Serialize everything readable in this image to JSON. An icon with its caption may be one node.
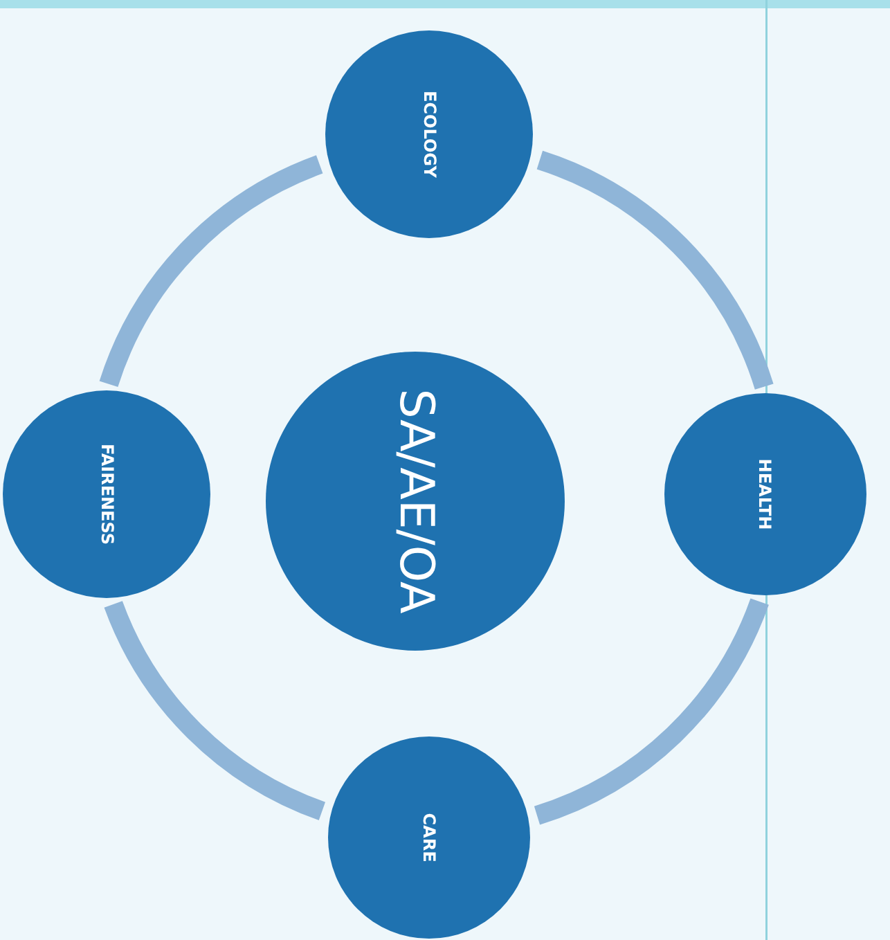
{
  "diagram": {
    "nodes": [
      {
        "text": [
          "SA/AE/OA"
        ]
      },
      {
        "text": [
          "ECOLOGY"
        ]
      },
      {
        "text": [
          "HEALTH"
        ]
      },
      {
        "text": [
          "CARE"
        ]
      },
      {
        "text": [
          "FAIRENESS"
        ]
      }
    ],
    "edges": [
      {
        "from": 1,
        "to": 2,
        "arrow": "none"
      },
      {
        "from": 2,
        "to": 3,
        "arrow": "none"
      },
      {
        "from": 3,
        "to": 4,
        "arrow": "none"
      },
      {
        "from": 4,
        "to": 1,
        "arrow": "none"
      }
    ]
  }
}
